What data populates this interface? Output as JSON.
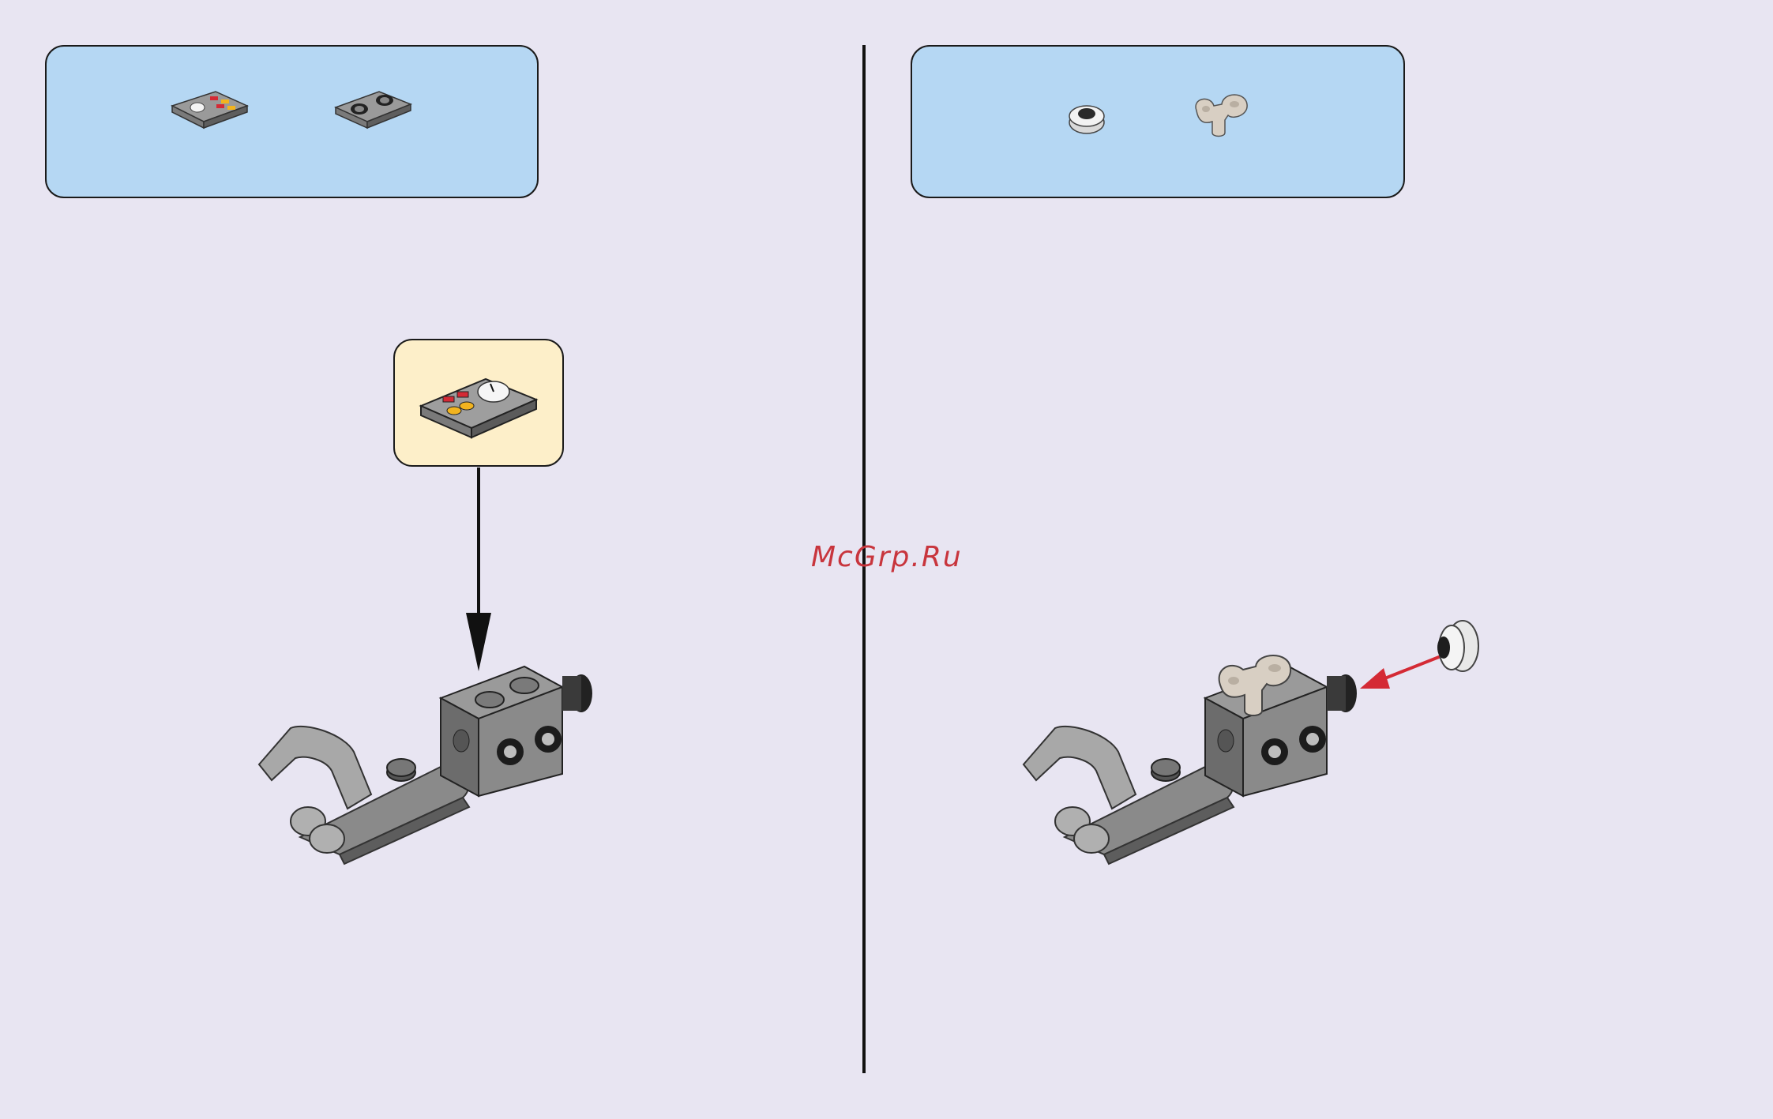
{
  "watermark": {
    "text": "McGrp.Ru",
    "color": "#c8353d"
  },
  "colors": {
    "background": "#e8e5f2",
    "parts_box": "#b5d7f3",
    "callout": "#fdefc9",
    "assembly_arrow": "#111111",
    "insert_arrow": "#d42a35",
    "brick_dark_gray": "#7a7a7a",
    "brick_light_gray": "#b8b8b8",
    "tan": "#d8cfc3",
    "orange_accent": "#f2a12e"
  },
  "steps": [
    {
      "side": "left",
      "parts": [
        {
          "name": "printed-tile-1x2-control-panel",
          "count": 1
        },
        {
          "name": "tile-1x2-with-two-dials",
          "count": 1
        }
      ],
      "callout_part": "printed-tile-1x2-control-panel",
      "arrow_icon": "arrow-down-icon"
    },
    {
      "side": "right",
      "parts": [
        {
          "name": "round-plate-1x1-white",
          "count": 1
        },
        {
          "name": "tan-wind-up-key",
          "count": 1
        }
      ],
      "arrow_icon": "arrow-left-red-icon"
    }
  ]
}
